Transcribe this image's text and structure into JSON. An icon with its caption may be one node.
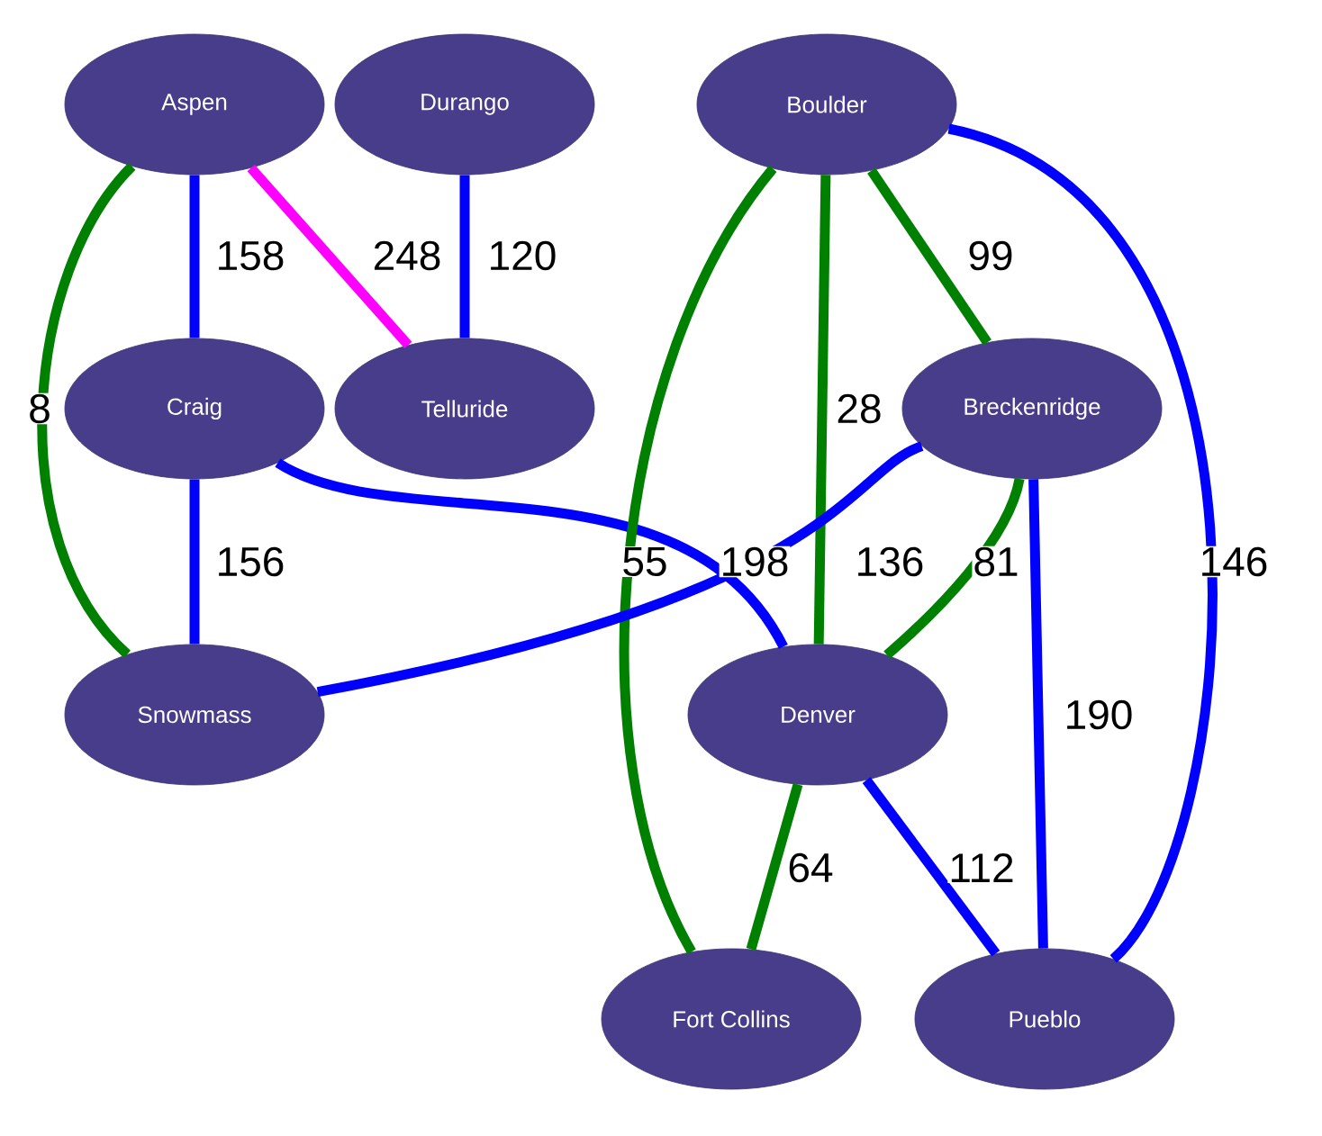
{
  "diagram": {
    "nodes": [
      {
        "text": [
          "Aspen"
        ]
      },
      {
        "text": [
          "Durango"
        ]
      },
      {
        "text": [
          "Boulder"
        ]
      },
      {
        "text": [
          "Craig"
        ]
      },
      {
        "text": [
          "Telluride"
        ]
      },
      {
        "text": [
          "Breckenridge"
        ]
      },
      {
        "text": [
          "Snowmass"
        ]
      },
      {
        "text": [
          "Denver"
        ]
      },
      {
        "text": [
          "Fort Collins"
        ]
      },
      {
        "text": [
          "Pueblo"
        ]
      }
    ],
    "edges": [
      {
        "from": 0,
        "to": 6,
        "arrow": "none",
        "label": "8",
        "color": "#008000"
      },
      {
        "from": 0,
        "to": 3,
        "arrow": "none",
        "label": "158"
      },
      {
        "from": 0,
        "to": 4,
        "arrow": "none",
        "label": "248",
        "color": "#ff00ff"
      },
      {
        "from": 1,
        "to": 4,
        "arrow": "none",
        "label": "120"
      },
      {
        "from": 3,
        "to": 6,
        "arrow": "none",
        "label": "156"
      },
      {
        "from": 3,
        "to": 7,
        "arrow": "none",
        "label": "198"
      },
      {
        "from": 2,
        "to": 8,
        "arrow": "none",
        "label": "55",
        "color": "#008000"
      },
      {
        "from": 2,
        "to": 7,
        "arrow": "none",
        "label": "28",
        "color": "#008000"
      },
      {
        "from": 2,
        "to": 5,
        "arrow": "none",
        "label": "99",
        "color": "#008000"
      },
      {
        "from": 2,
        "to": 9,
        "arrow": "none",
        "label": "146"
      },
      {
        "from": 5,
        "to": 6,
        "arrow": "none",
        "label": "136"
      },
      {
        "from": 5,
        "to": 7,
        "arrow": "none",
        "label": "81",
        "color": "#008000"
      },
      {
        "from": 5,
        "to": 9,
        "arrow": "none",
        "label": "190"
      },
      {
        "from": 7,
        "to": 8,
        "arrow": "none",
        "label": "64",
        "color": "#008000"
      },
      {
        "from": 7,
        "to": 9,
        "arrow": "none",
        "label": "112"
      }
    ]
  }
}
